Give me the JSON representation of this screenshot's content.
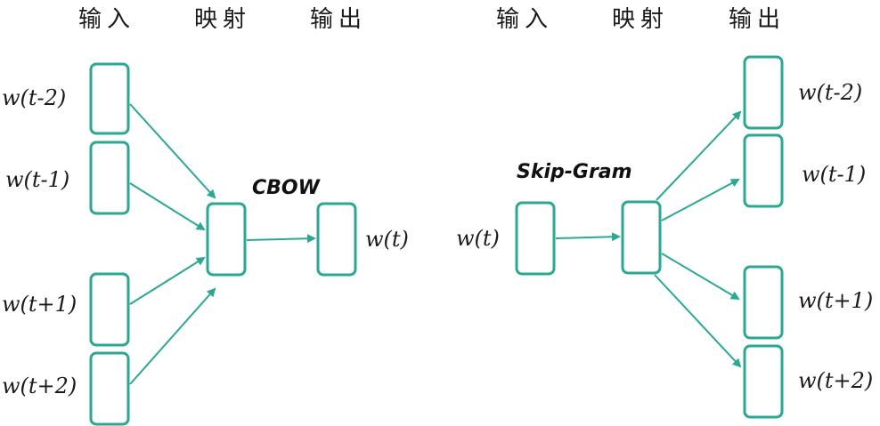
{
  "cbow": {
    "title": "CBOW",
    "headers": {
      "input": "输入",
      "projection": "映射",
      "output": "输出"
    },
    "inputs": [
      "w(t-2)",
      "w(t-1)",
      "w(t+1)",
      "w(t+2)"
    ],
    "output": "w(t)"
  },
  "skipgram": {
    "title": "Skip-Gram",
    "headers": {
      "input": "输入",
      "projection": "映射",
      "output": "输出"
    },
    "input": "w(t)",
    "outputs": [
      "w(t-2)",
      "w(t-1)",
      "w(t+1)",
      "w(t+2)"
    ]
  },
  "colors": {
    "node_stroke": "#2aa892",
    "edge": "#2aa892",
    "text": "#1a1a1a"
  }
}
